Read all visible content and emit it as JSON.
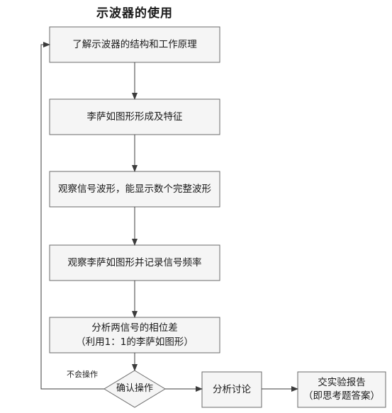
{
  "title": "示波器的使用",
  "colors": {
    "box_fill": "#f5f5f5",
    "box_stroke": "#6a6a6a",
    "line": "#3c3c3c"
  },
  "nodes": {
    "step1": {
      "lines": [
        "了解示波器的结构和工作原理"
      ]
    },
    "step2": {
      "lines": [
        "李萨如图形形成及特征"
      ]
    },
    "step3": {
      "lines": [
        "观察信号波形，能显示数个完整波形"
      ]
    },
    "step4": {
      "lines": [
        "观察李萨如图形并记录信号频率"
      ]
    },
    "step5": {
      "lines": [
        "分析两信号的相位差",
        "（利用1：1的李萨如图形）"
      ]
    },
    "decision": {
      "lines": [
        "确认操作"
      ]
    },
    "analysis": {
      "lines": [
        "分析讨论"
      ]
    },
    "report": {
      "lines": [
        "交实验报告",
        "（即思考题答案）"
      ]
    }
  },
  "edges": {
    "loop_label": "不会操作"
  }
}
